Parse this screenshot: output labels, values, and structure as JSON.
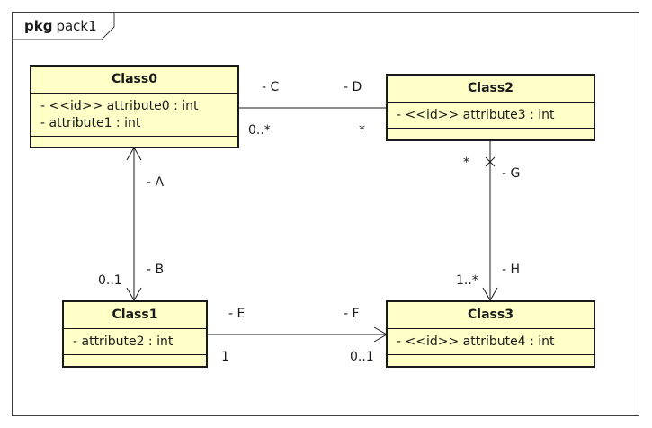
{
  "package": {
    "keyword": "pkg",
    "name": "pack1"
  },
  "classes": {
    "class0": {
      "name": "Class0",
      "attributes": [
        "- <<id>> attribute0 : int",
        "- attribute1 : int"
      ]
    },
    "class1": {
      "name": "Class1",
      "attributes": [
        "- attribute2 : int"
      ]
    },
    "class2": {
      "name": "Class2",
      "attributes": [
        "- <<id>> attribute3 : int"
      ]
    },
    "class3": {
      "name": "Class3",
      "attributes": [
        "- <<id>> attribute4 : int"
      ]
    }
  },
  "associations": {
    "c0_c2": {
      "end_c": "- C",
      "mult_c": "0..*",
      "end_d": "- D",
      "mult_d": "*"
    },
    "c0_c1": {
      "end_a": "- A",
      "end_b": "- B",
      "mult_b": "0..1"
    },
    "c2_c3": {
      "mult_g": "*",
      "end_g": "- G",
      "end_h": "- H",
      "mult_h": "1..*"
    },
    "c1_c3": {
      "end_e": "- E",
      "mult_e": "1",
      "end_f": "- F",
      "mult_f": "0..1"
    }
  }
}
